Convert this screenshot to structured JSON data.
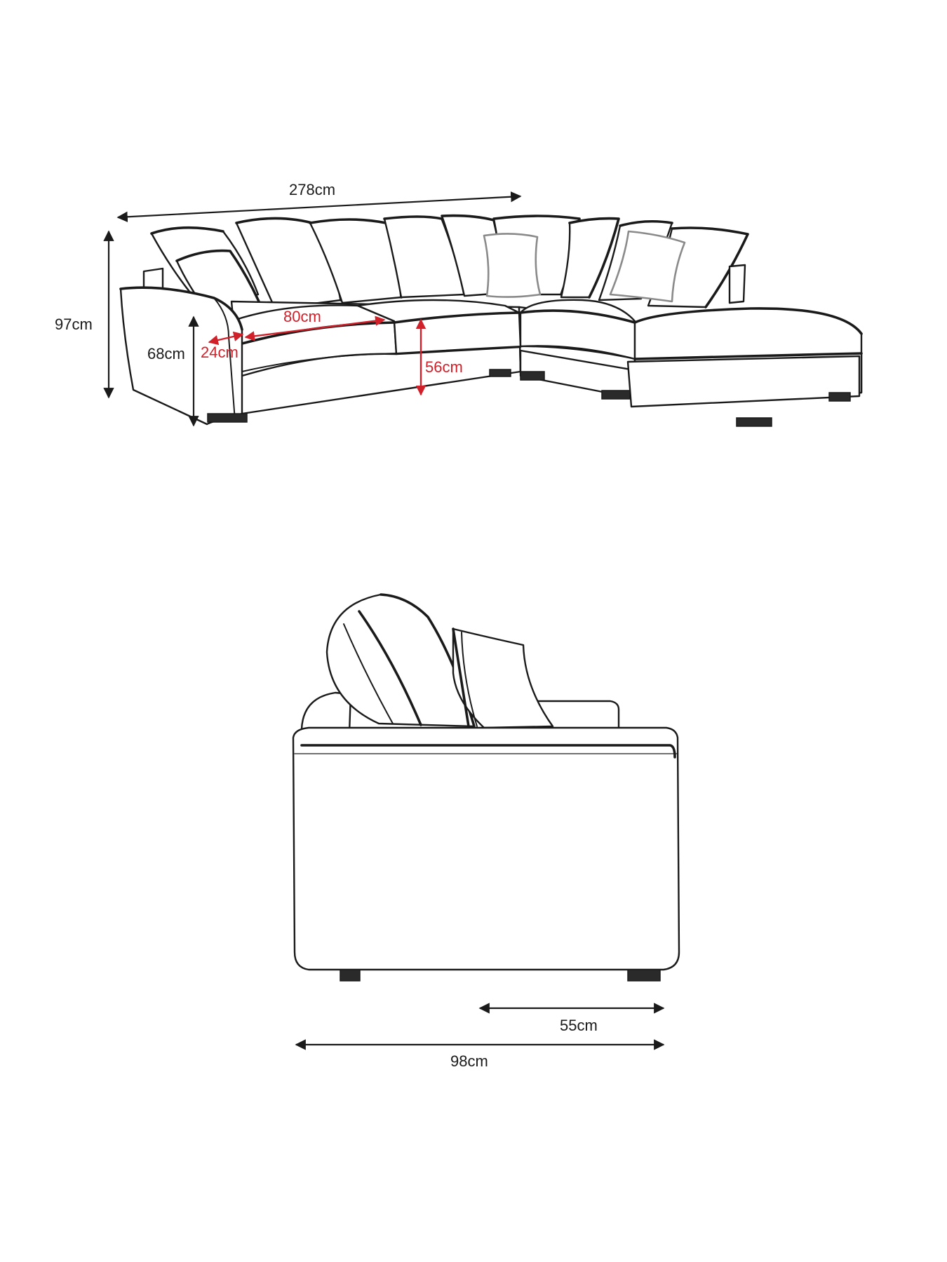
{
  "diagram": {
    "top_view": {
      "dimensions": {
        "overall_width": "278cm",
        "overall_height": "97cm",
        "arm_height": "68cm",
        "arm_width": "24cm",
        "seat_width": "80cm",
        "seat_height": "56cm"
      }
    },
    "side_view": {
      "dimensions": {
        "seat_depth": "55cm",
        "overall_depth": "98cm"
      }
    },
    "colors": {
      "line": "#1a1a1a",
      "measure_accent": "#d0202a",
      "accent_cushion": "#8a8a8a",
      "background": "#ffffff"
    }
  }
}
